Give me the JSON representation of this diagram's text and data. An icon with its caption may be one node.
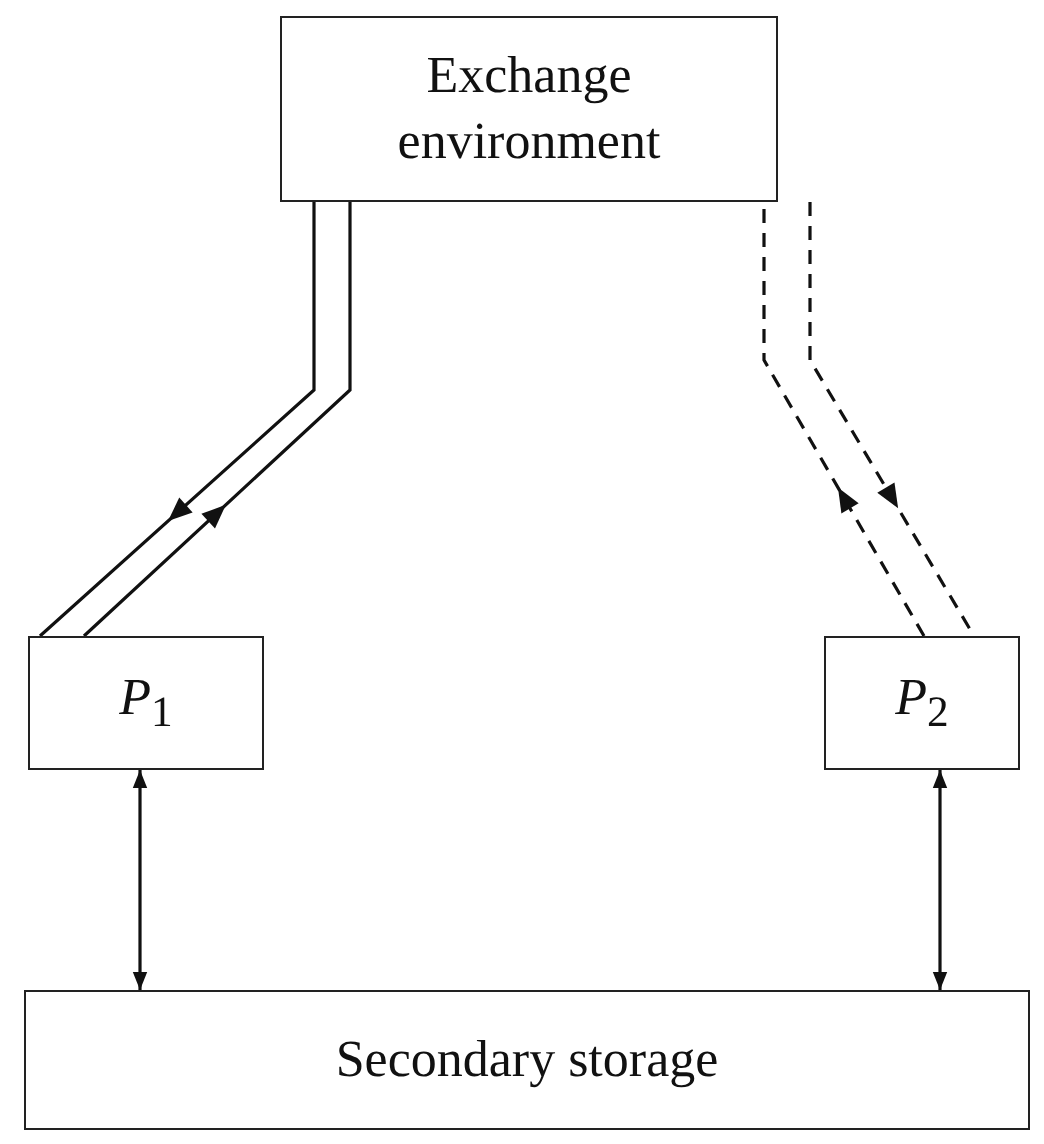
{
  "diagram": {
    "nodes": [
      {
        "text": [
          "Exchange environment"
        ]
      },
      {
        "text": [
          "*P*$_{1}$"
        ]
      },
      {
        "text": [
          "*P*$_{2}$"
        ]
      },
      {
        "text": [
          "Secondary storage"
        ]
      }
    ],
    "edges": [
      {
        "from": 0,
        "to": 1,
        "arrow": "to"
      },
      {
        "from": 1,
        "to": 0,
        "arrow": "to"
      },
      {
        "from": 2,
        "to": 0,
        "arrow": "to",
        "style": "dashed"
      },
      {
        "from": 0,
        "to": 2,
        "arrow": "to",
        "style": "dashed"
      },
      {
        "from": 1,
        "to": 3,
        "arrow": "both"
      },
      {
        "from": 2,
        "to": 3,
        "arrow": "both"
      }
    ]
  }
}
